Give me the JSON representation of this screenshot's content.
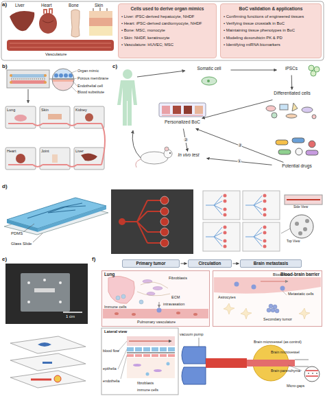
{
  "diagram": {
    "nodes": [
      {
        "text": [
          "Cells used to derive organ mimics",
          "• Liver: iPSC-derived hepatocyte, NHDF",
          "• Heart: iPSC-derived cardiomyocyte, NHDF",
          "• Bone: MSC, monocyte",
          "• Skin: NHDF, keratinocyte",
          "• Vasculature: HUVEC; MSC"
        ]
      },
      {
        "text": [
          "BoC validation & applications",
          "• Confirming functions of engineered tissues",
          "• Verifying tissue crosstalk in BoC",
          "• Maintaining tissue phenotypes in BoC",
          "• Modeling doxorubicin PK & PD",
          "• Identifying miRNA biomarkers"
        ]
      },
      {
        "text": [
          "Somatic cell"
        ]
      },
      {
        "text": [
          "iPSCs"
        ]
      },
      {
        "text": [
          "Differentiated cells"
        ]
      },
      {
        "text": [
          "Personalized BoC"
        ]
      },
      {
        "text": [
          "In vivo test"
        ]
      },
      {
        "text": [
          "Potential drugs"
        ]
      },
      {
        "text": [
          "Primary tumor"
        ]
      },
      {
        "text": [
          "Circulation"
        ]
      },
      {
        "text": [
          "Brain metastasis"
        ]
      },
      {
        "text": [
          "Lung"
        ]
      },
      {
        "text": [
          "Blood-brain barrier"
        ]
      }
    ],
    "edges": [
      {
        "from": 2,
        "to": 3,
        "arrow": "to"
      },
      {
        "from": 3,
        "to": 4,
        "arrow": "to"
      },
      {
        "from": 4,
        "to": 5,
        "arrow": "to"
      },
      {
        "from": 5,
        "to": 6,
        "label": "②",
        "arrow": "to"
      },
      {
        "from": 7,
        "to": 6,
        "label": "①",
        "arrow": "to"
      },
      {
        "from": 7,
        "to": 5,
        "label": "②",
        "arrow": "to"
      },
      {
        "from": 8,
        "to": 9,
        "arrow": "to"
      },
      {
        "from": 9,
        "to": 10,
        "arrow": "to"
      }
    ],
    "labels": [
      "a)",
      "Liver",
      "Heart",
      "Bone",
      "Skin",
      "Vasculature",
      "b)",
      "Organ mimic",
      "Porous membrane",
      "Endothelial cell",
      "Blood substitute",
      "Lung",
      "Skin",
      "Kidney",
      "Heart",
      "Joint",
      "Liver",
      "c)",
      "d)",
      "PDMS",
      "Glass Slide",
      "Side View",
      "Top View",
      "e)",
      "1 cm",
      "f)",
      "Fibroblasts",
      "ECM",
      "Immune cells",
      "intravasation",
      "Pulmonary vasculature",
      "Blood flow",
      "Astrocytes",
      "Metastatic cells",
      "Secondary tumor",
      "Lateral view",
      "vacuum pump",
      "blood flow",
      "epithelia",
      "endothelia",
      "fibroblasts",
      "immune cells",
      "Brain microvessel (as control)",
      "Brain microvessel",
      "Brain parenchyma",
      "Micro-gaps"
    ]
  }
}
